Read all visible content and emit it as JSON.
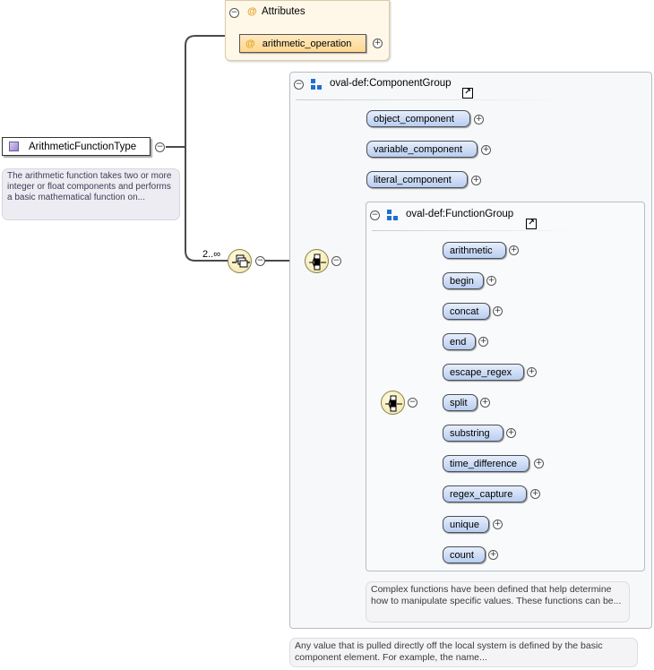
{
  "root": {
    "name": "ArithmeticFunctionType",
    "annotation": "The arithmetic function takes two or more integer or float components and performs a basic mathematical function on..."
  },
  "attributes": {
    "title": "Attributes",
    "items": [
      {
        "name": "arithmetic_operation"
      }
    ]
  },
  "sequence": {
    "cardinality": "2..∞"
  },
  "component_group": {
    "title": "oval-def:ComponentGroup",
    "elements": [
      "object_component",
      "variable_component",
      "literal_component"
    ],
    "annotation": "Any value that is pulled directly off the local system is defined by the basic component element. For example, the name..."
  },
  "function_group": {
    "title": "oval-def:FunctionGroup",
    "elements": [
      "arithmetic",
      "begin",
      "concat",
      "end",
      "escape_regex",
      "split",
      "substring",
      "time_difference",
      "regex_capture",
      "unique",
      "count"
    ],
    "annotation": "Complex functions have been defined that help determine how to manipulate specific values. These functions can be..."
  },
  "symbols": {
    "collapse": "−",
    "expand": "+",
    "attribute_marker": "@",
    "external_link": "↗"
  },
  "colors": {
    "element_fill": "#c9dbf5",
    "attribute_fill": "#ffe2a8",
    "compositor_fill": "#f5ebb8",
    "group_icon": "#1f6fd0",
    "root_icon": "#b3a4e0"
  }
}
